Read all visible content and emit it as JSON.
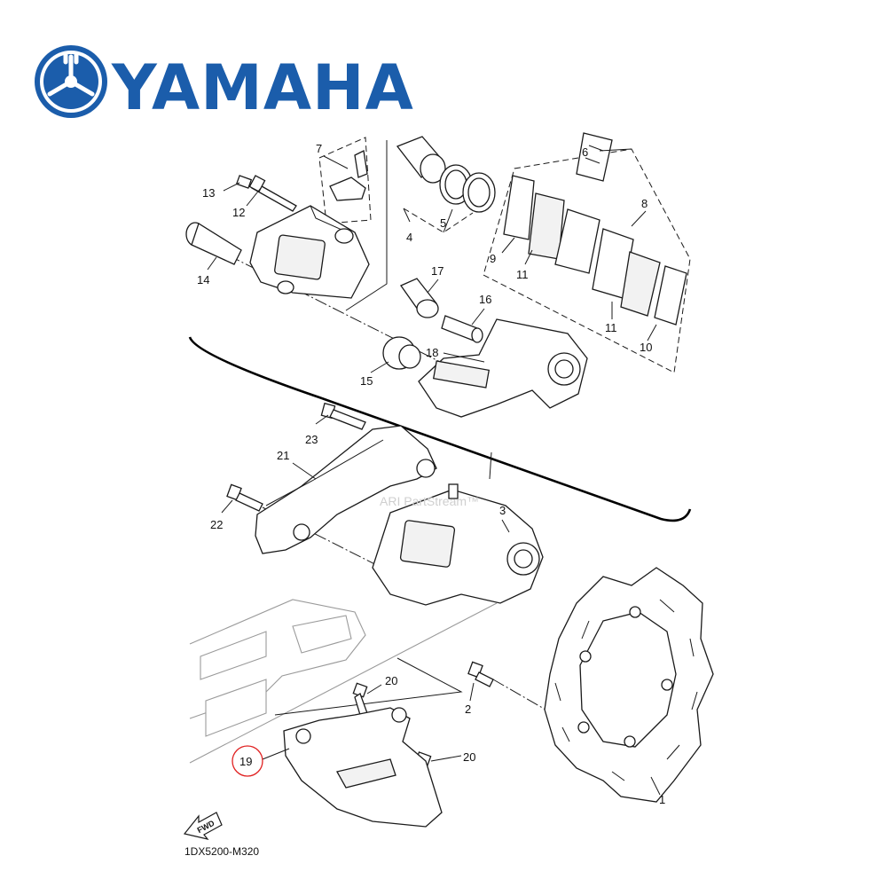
{
  "header": {
    "brand_name": "YAMAHA",
    "brand_color": "#1b5dab",
    "logo_icon": "tuning-fork-emblem-icon"
  },
  "diagram_code": "1DX5200-M320",
  "watermark": "ARI PartStream™",
  "fwd_label": "FWD",
  "highlight_color": "#e02020",
  "callouts": {
    "c1": "1",
    "c2": "2",
    "c3": "3",
    "c4": "4",
    "c5": "5",
    "c6": "6",
    "c7": "7",
    "c8": "8",
    "c9": "9",
    "c10": "10",
    "c11a": "11",
    "c11b": "11",
    "c12": "12",
    "c13": "13",
    "c14": "14",
    "c15": "15",
    "c16": "16",
    "c17": "17",
    "c18": "18",
    "c19": "19",
    "c20a": "20",
    "c20b": "20",
    "c21": "21",
    "c22": "22",
    "c23": "23"
  },
  "selected_callout": "19"
}
